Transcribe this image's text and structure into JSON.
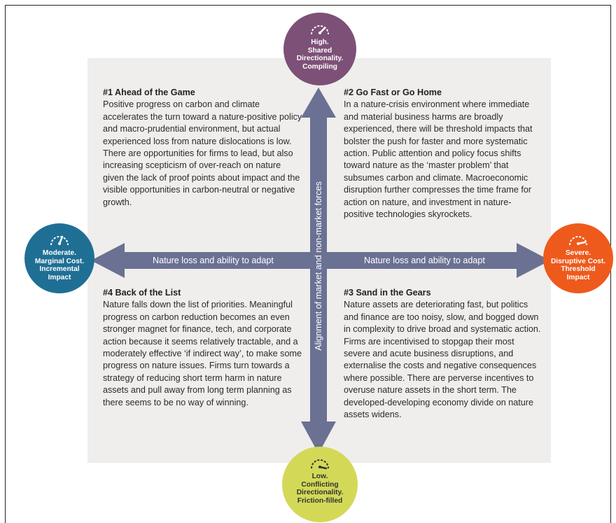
{
  "poles": {
    "top": "High.\nShared\nDirectionality.\nCompiling",
    "left": "Moderate.\nMarginal Cost.\nIncremental\nImpact",
    "right": "Severe.\nDisruptive Cost.\nThreshold\nImpact",
    "bottom": "Low.\nConflicting\nDirectionality.\nFriction-filled"
  },
  "axes": {
    "horizontal_left": "Nature loss and ability to adapt",
    "horizontal_right": "Nature loss and ability to adapt",
    "vertical": "Alignment of market and non-market forces"
  },
  "quadrants": {
    "q1": {
      "title": "#1 Ahead of the Game",
      "body": "Positive progress on carbon and climate accelerates the turn toward a nature-positive policy and macro-prudential environment, but actual experienced loss from nature dislocations is low. There are opportunities for firms to lead, but also increasing scepticism of over-reach on nature given the lack of proof points about impact and the visible opportunities in carbon-neutral or negative growth."
    },
    "q2": {
      "title": "#2 Go Fast or Go Home",
      "body": "In a nature-crisis environment where immediate and material business harms are broadly experienced, there will be threshold impacts that bolster the push for faster and more systematic action. Public attention and policy focus shifts toward nature as the ‘master problem’ that subsumes carbon and climate. Macroeconomic disruption further compresses the time frame for action on nature, and investment in nature-positive technologies skyrockets."
    },
    "q4": {
      "title": "#4 Back of the List",
      "body": "Nature falls down the list of priorities. Meaningful progress on carbon reduction becomes an even stronger magnet for finance, tech, and corporate action because it seems relatively tractable, and a moderately effective ‘if indirect way’, to make some progress on nature issues. Firms turn towards a strategy of reducing short term harm in nature assets and pull away from long term planning as there seems to be no way of winning."
    },
    "q3": {
      "title": "#3 Sand in the Gears",
      "body": "Nature assets are deteriorating fast, but politics and finance are too noisy, slow, and bogged down in complexity to drive broad and systematic action. Firms are incentivised to stopgap their most severe and acute business disruptions, and externalise the costs and negative consequences where possible. There are perverse incentives to overuse nature assets in the short term. The developed-developing economy divide on nature assets widens."
    }
  },
  "colors": {
    "panel": "#efeeec",
    "arrow": "#6a7193",
    "top_circle": "#7d5077",
    "left_circle": "#1f6f95",
    "right_circle": "#ee5a1c",
    "bottom_circle": "#d3d957"
  },
  "icons": {
    "gauge": "gauge-icon"
  }
}
